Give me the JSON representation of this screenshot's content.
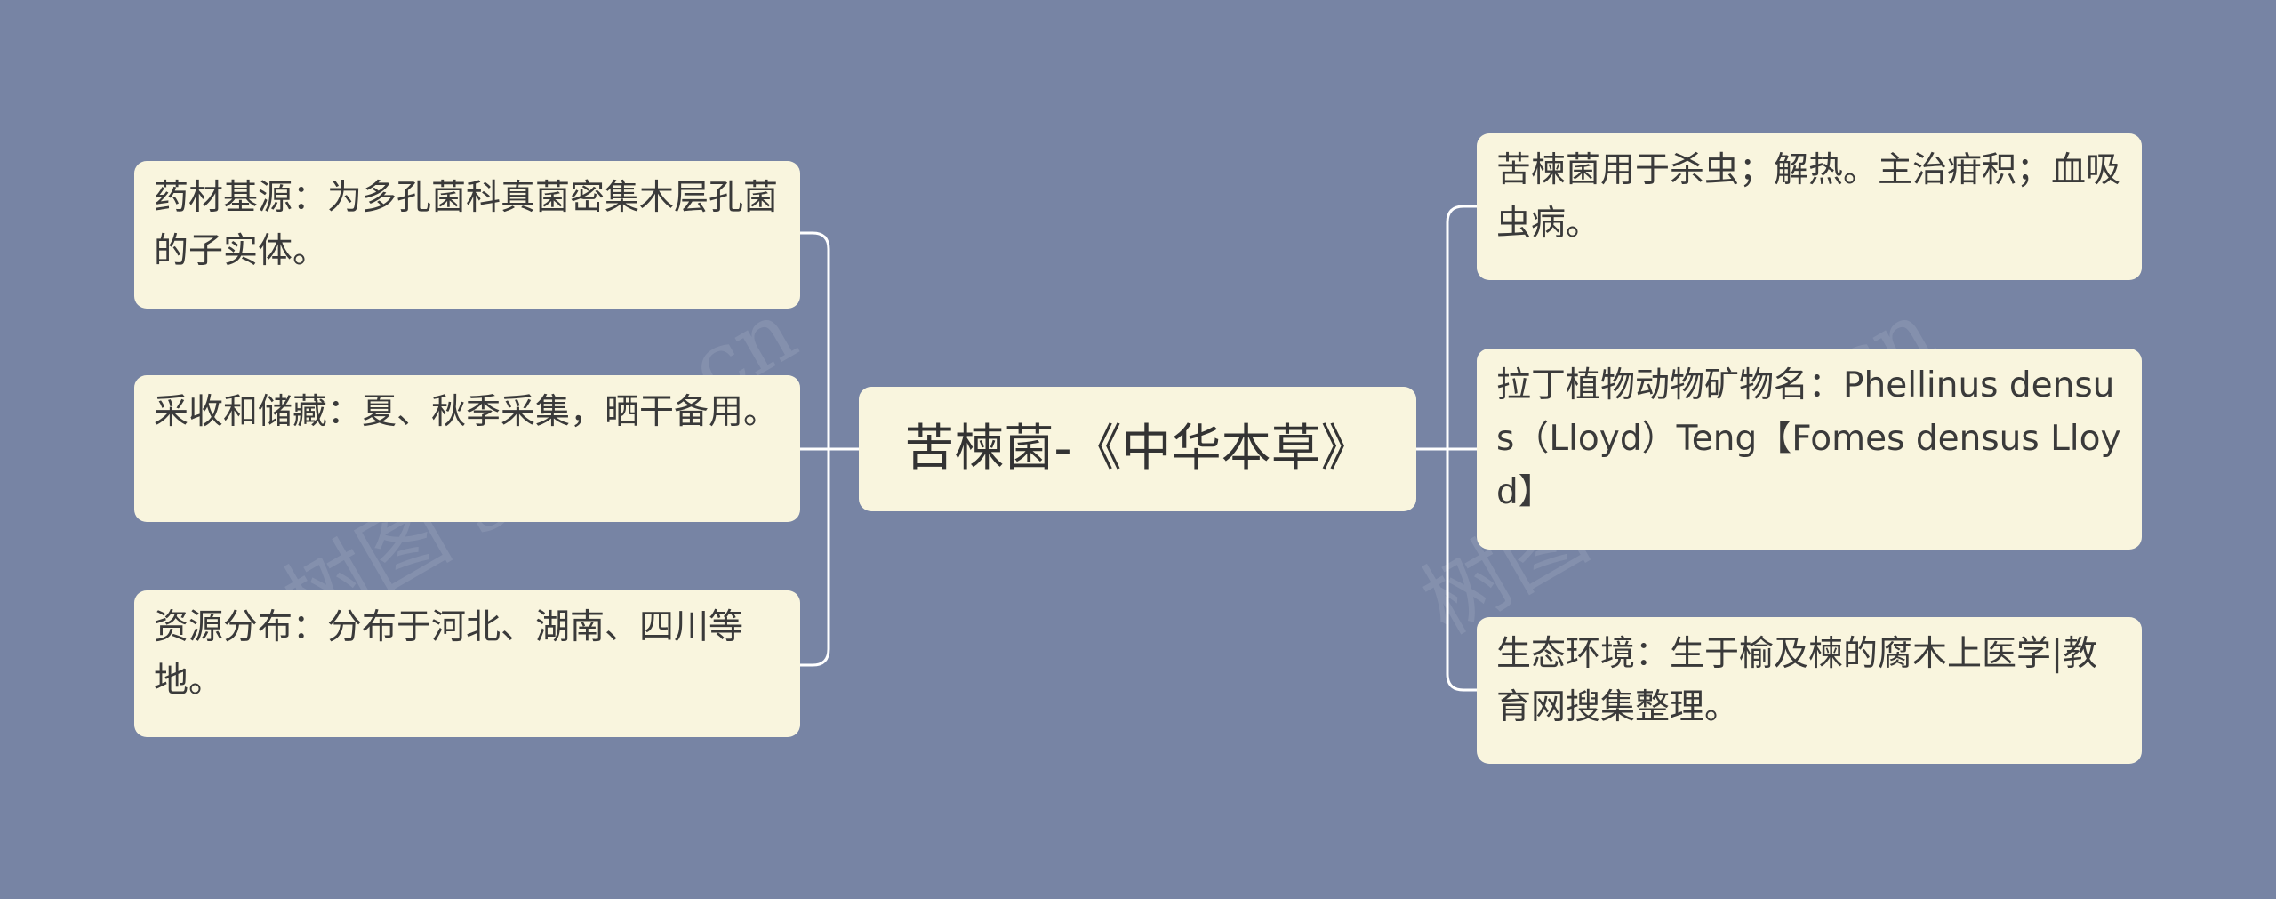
{
  "watermark": "树图 shutu.cn",
  "root": {
    "label": "苦楝菌-《中华本草》"
  },
  "left_branches": [
    {
      "label": "药材基源：为多孔菌科真菌密集木层孔菌的子实体。"
    },
    {
      "label": "采收和储藏：夏、秋季采集，晒干备用。"
    },
    {
      "label": "资源分布：分布于河北、湖南、四川等地。"
    }
  ],
  "right_branches": [
    {
      "label": "苦楝菌用于杀虫；解热。主治疳积；血吸虫病。"
    },
    {
      "label": "拉丁植物动物矿物名：Phellinus densus（Lloyd）Teng【Fomes densus Lloyd】"
    },
    {
      "label": "生态环境：生于榆及楝的腐木上医学|教育网搜集整理。"
    }
  ],
  "colors": {
    "background": "#7784a4",
    "node_fill": "#f9f5de",
    "connector": "#ffffff",
    "text": "#3a3a3a"
  }
}
